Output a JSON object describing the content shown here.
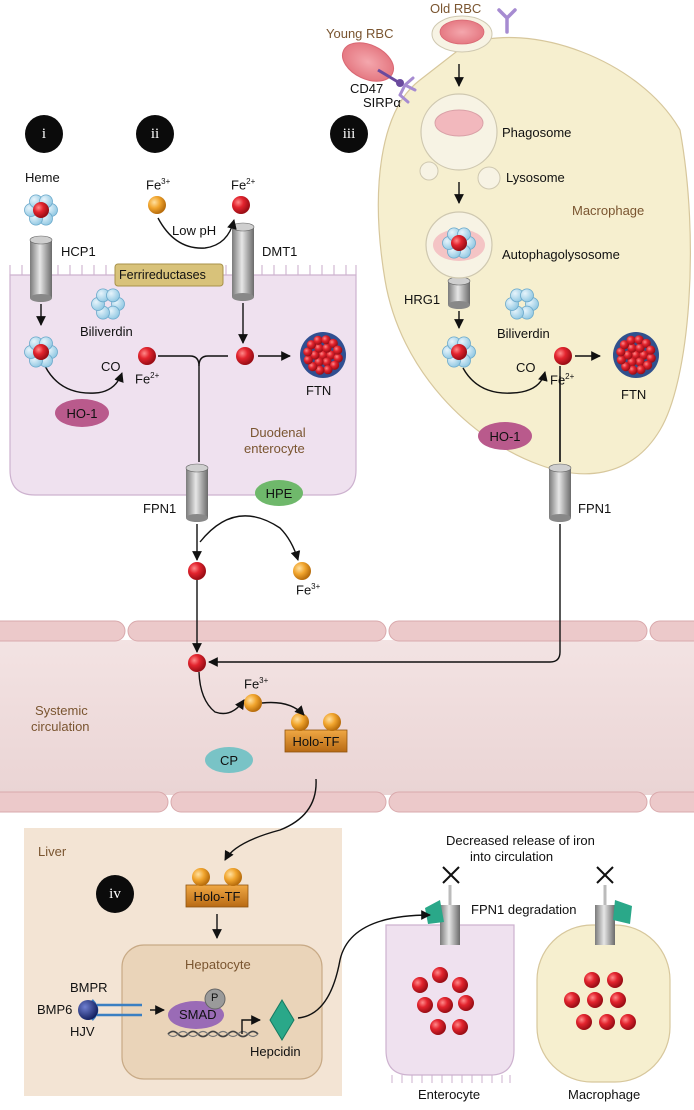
{
  "panels": {
    "i": "i",
    "ii": "ii",
    "iii": "iii",
    "iv": "iv"
  },
  "labels": {
    "heme": "Heme",
    "hcp1": "HCP1",
    "ferrireductases": "Ferrireductases",
    "dmt1": "DMT1",
    "low_ph": "Low pH",
    "fe": "Fe",
    "fe3_sup": "3+",
    "fe2_sup": "2+",
    "biliverdin": "Biliverdin",
    "co": "CO",
    "ftn": "FTN",
    "ho1": "HO-1",
    "duodenal_enterocyte_1": "Duodenal",
    "duodenal_enterocyte_2": "enterocyte",
    "fpn1": "FPN1",
    "hpe": "HPE",
    "young_rbc": "Young RBC",
    "old_rbc": "Old RBC",
    "cd47": "CD47",
    "sirpa": "SIRPα",
    "phagosome": "Phagosome",
    "lysosome": "Lysosome",
    "macrophage": "Macrophage",
    "autophagolysosome": "Autophagolysosome",
    "hrg1": "HRG1",
    "systemic_circulation_1": "Systemic",
    "systemic_circulation_2": "circulation",
    "cp": "CP",
    "holo_tf": "Holo-TF",
    "liver": "Liver",
    "hepatocyte": "Hepatocyte",
    "bmpr": "BMPR",
    "bmp6": "BMP6",
    "hjv": "HJV",
    "p": "P",
    "smad": "SMAD",
    "hepcidin": "Hepcidin",
    "decreased_release_1": "Decreased release of iron",
    "decreased_release_2": "into circulation",
    "fpn1_degradation": "FPN1 degradation",
    "enterocyte": "Enterocyte",
    "macrophage_bottom": "Macrophage"
  },
  "colors": {
    "enterocyte_fill": "#efe1ef",
    "macrophage_fill": "#f6efcf",
    "vessel_fill": "#f1dede",
    "liver_fill": "#f3e4d4",
    "iron_red": "#d81e2a",
    "iron_orange": "#eea22d",
    "ho1": "#b95a8c",
    "hpe": "#6fb86b",
    "cp": "#79c3c6",
    "holo_tf": "#d88a24",
    "hepcidin": "#2aa889",
    "bmp": "#1f2a6b"
  }
}
